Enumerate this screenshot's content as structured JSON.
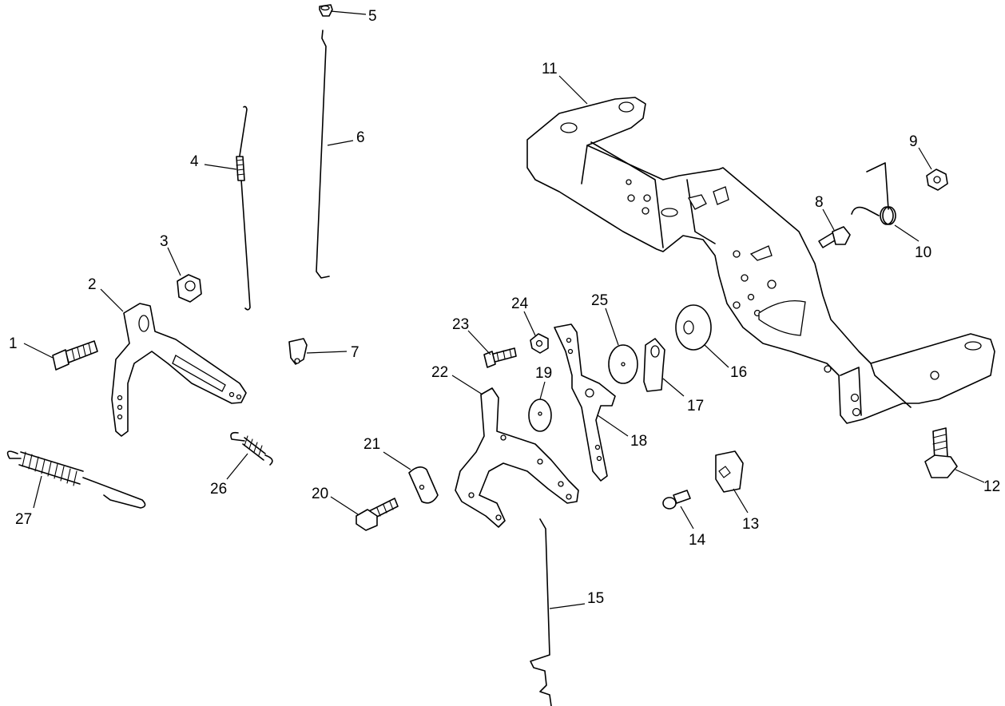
{
  "callouts": [
    "1",
    "2",
    "3",
    "4",
    "5",
    "6",
    "7",
    "8",
    "9",
    "10",
    "11",
    "12",
    "13",
    "14",
    "15",
    "16",
    "17",
    "18",
    "19",
    "20",
    "21",
    "22",
    "23",
    "24",
    "25",
    "26",
    "27"
  ],
  "parts": [
    {
      "ref": "1",
      "shape": "bolt"
    },
    {
      "ref": "2",
      "shape": "throttle-lever"
    },
    {
      "ref": "3",
      "shape": "hex-nut"
    },
    {
      "ref": "4",
      "shape": "governor-spring-rod"
    },
    {
      "ref": "5",
      "shape": "bushing"
    },
    {
      "ref": "6",
      "shape": "link-rod"
    },
    {
      "ref": "7",
      "shape": "cable-clip"
    },
    {
      "ref": "8",
      "shape": "bolt"
    },
    {
      "ref": "9",
      "shape": "hex-nut"
    },
    {
      "ref": "10",
      "shape": "torsion-spring"
    },
    {
      "ref": "11",
      "shape": "control-bracket"
    },
    {
      "ref": "12",
      "shape": "flange-bolt"
    },
    {
      "ref": "13",
      "shape": "clip"
    },
    {
      "ref": "14",
      "shape": "shoulder-screw"
    },
    {
      "ref": "15",
      "shape": "link-rod"
    },
    {
      "ref": "16",
      "shape": "washer"
    },
    {
      "ref": "17",
      "shape": "bracket"
    },
    {
      "ref": "18",
      "shape": "lever"
    },
    {
      "ref": "19",
      "shape": "washer"
    },
    {
      "ref": "20",
      "shape": "bolt"
    },
    {
      "ref": "21",
      "shape": "washer"
    },
    {
      "ref": "22",
      "shape": "choke-plate"
    },
    {
      "ref": "23",
      "shape": "screw"
    },
    {
      "ref": "24",
      "shape": "hex-nut"
    },
    {
      "ref": "25",
      "shape": "washer"
    },
    {
      "ref": "26",
      "shape": "extension-spring"
    },
    {
      "ref": "27",
      "shape": "extension-spring"
    }
  ]
}
